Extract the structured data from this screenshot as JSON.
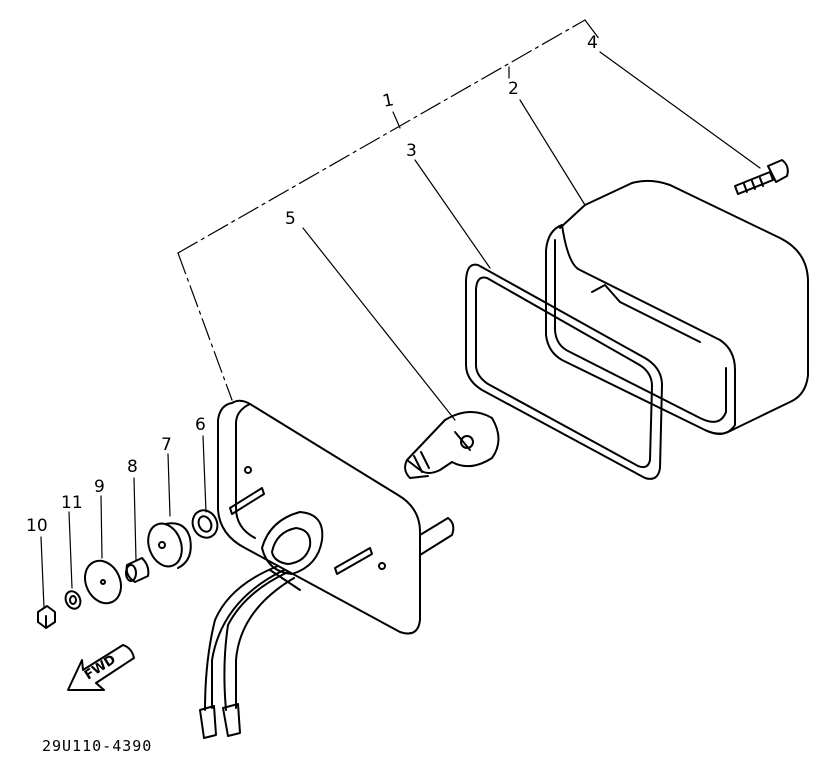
{
  "callouts": [
    "1",
    "2",
    "3",
    "4",
    "5",
    "6",
    "7",
    "8",
    "9",
    "10",
    "11"
  ],
  "direction_label": "FWD",
  "drawing_code": "29U110-4390"
}
